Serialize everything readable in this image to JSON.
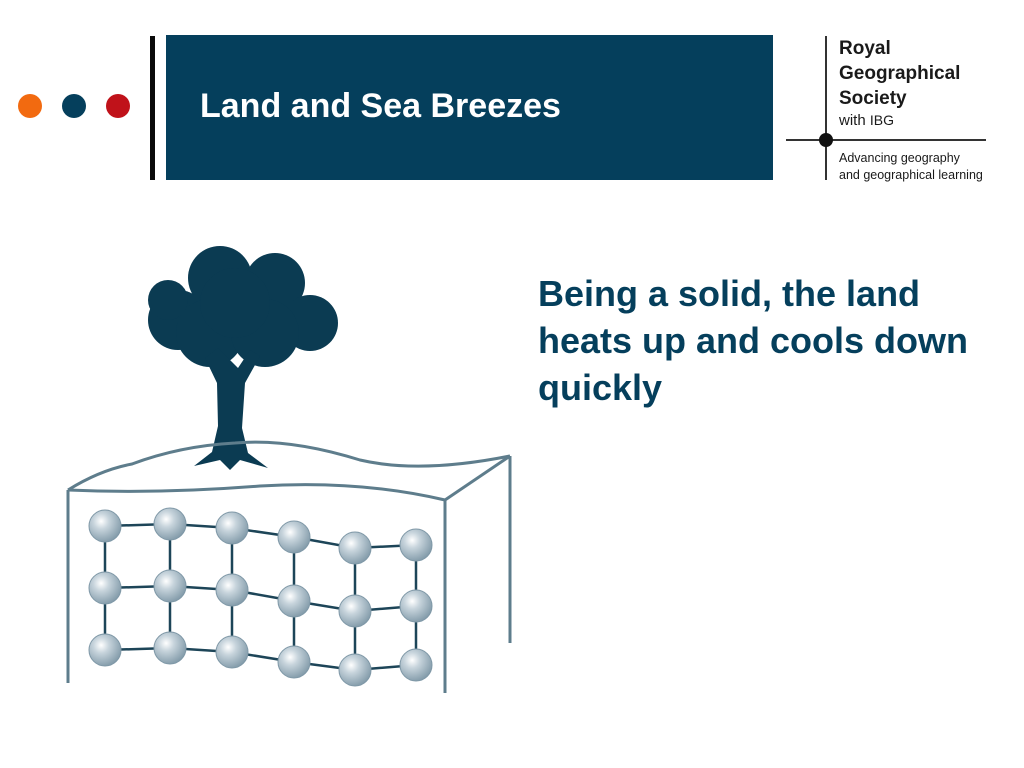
{
  "slide": {
    "title": "Land and Sea Breezes",
    "body": "Being a solid, the land heats up and cools down quickly"
  },
  "logo": {
    "name": "Royal\nGeographical\nSociety",
    "with": "with",
    "ibg": "IBG",
    "tagline": "Advancing geography\nand geographical learning"
  },
  "colors": {
    "title_bar": "#053f5c",
    "dot_orange": "#f26a10",
    "dot_teal": "#053f5c",
    "dot_red": "#c0121a",
    "tree": "#0b3b52",
    "particle": "#9ab0bd"
  },
  "icons": [
    "tree-icon",
    "particle-lattice"
  ]
}
